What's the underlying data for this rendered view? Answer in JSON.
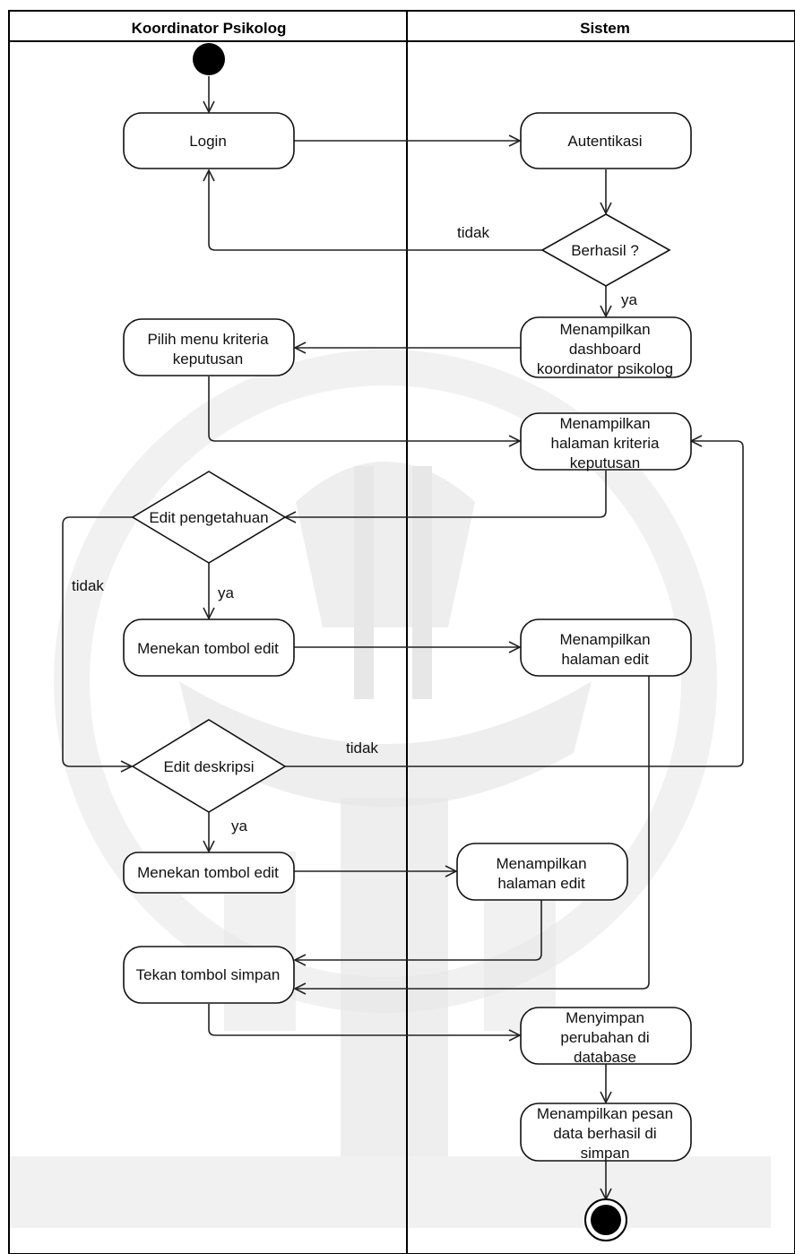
{
  "lanes": {
    "left": "Koordinator Psikolog",
    "right": "Sistem"
  },
  "nodes": {
    "login": "Login",
    "autentikasi": "Autentikasi",
    "berhasil": "Berhasil ?",
    "dashboard": [
      "Menampilkan",
      "dashboard",
      "koordinator psikolog"
    ],
    "pilih_menu": [
      "Pilih menu kriteria",
      "keputusan"
    ],
    "halaman_kriteria": [
      "Menampilkan",
      "halaman kriteria",
      "keputusan"
    ],
    "edit_pengetahuan": "Edit pengetahuan",
    "tekan_edit_1": "Menekan tombol edit",
    "halaman_edit_1": [
      "Menampilkan",
      "halaman edit"
    ],
    "edit_deskripsi": "Edit deskripsi",
    "tekan_edit_2": "Menekan tombol edit",
    "halaman_edit_2": [
      "Menampilkan",
      "halaman edit"
    ],
    "tekan_simpan": "Tekan tombol simpan",
    "menyimpan": [
      "Menyimpan",
      "perubahan di",
      "database"
    ],
    "pesan": [
      "Menampilkan pesan",
      "data berhasil di",
      "simpan"
    ]
  },
  "edge_labels": {
    "tidak_login": "tidak",
    "ya_dashboard": "ya",
    "tidak_pengetahuan": "tidak",
    "ya_pengetahuan": "ya",
    "tidak_deskripsi": "tidak",
    "ya_deskripsi": "ya"
  }
}
